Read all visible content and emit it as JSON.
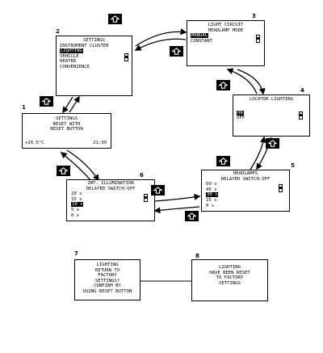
{
  "screens": {
    "s1": {
      "number": "1",
      "lines": [
        "SETTINGS",
        "RESET WITH",
        "RESET BUTTON"
      ],
      "temp": "+20.5°C",
      "time": "21:30"
    },
    "s2": {
      "number": "2",
      "title": "SETTINGS",
      "items": [
        "INSTRUMENT CLUSTER",
        "LIGHTING",
        "VEHICLE",
        "HEATER",
        "CONVENIENCE"
      ]
    },
    "s3": {
      "number": "3",
      "title": "LIGHT CIRCUIT",
      "subtitle": "HEADLAMP MODE",
      "items": [
        "MANUAL",
        "CONSTANT"
      ]
    },
    "s4": {
      "number": "4",
      "title": "LOCATOR LIGHTING",
      "items": [
        "ON",
        "OFF"
      ]
    },
    "s5": {
      "number": "5",
      "title": "HEADLAMPS",
      "subtitle": "DELAYED SWITCH-OFF",
      "items": [
        "60 s",
        "45 s",
        "30 s",
        "15 s",
        "0 s"
      ]
    },
    "s6": {
      "number": "6",
      "title": "INT. ILLUMINATION",
      "subtitle": "DELAYED SWITCH-OFF",
      "items": [
        "20 s",
        "15 s",
        "10 s",
        "5 s",
        "0 s"
      ]
    },
    "s7": {
      "number": "7",
      "lines": [
        "LIGHTING",
        "RETURN TO",
        "FACTORY",
        "SETTINGS?",
        "CONFIRM BY",
        "USING RESET BUTTON"
      ]
    },
    "s8": {
      "number": "8",
      "lines": [
        "LIGHTING",
        "HAVE BEEN RESET",
        "TO FACTORY",
        "SETTINGS"
      ]
    }
  },
  "button_icon": "return-arrow-icon",
  "colors": {
    "ink": "#000000",
    "paper": "#ffffff"
  }
}
